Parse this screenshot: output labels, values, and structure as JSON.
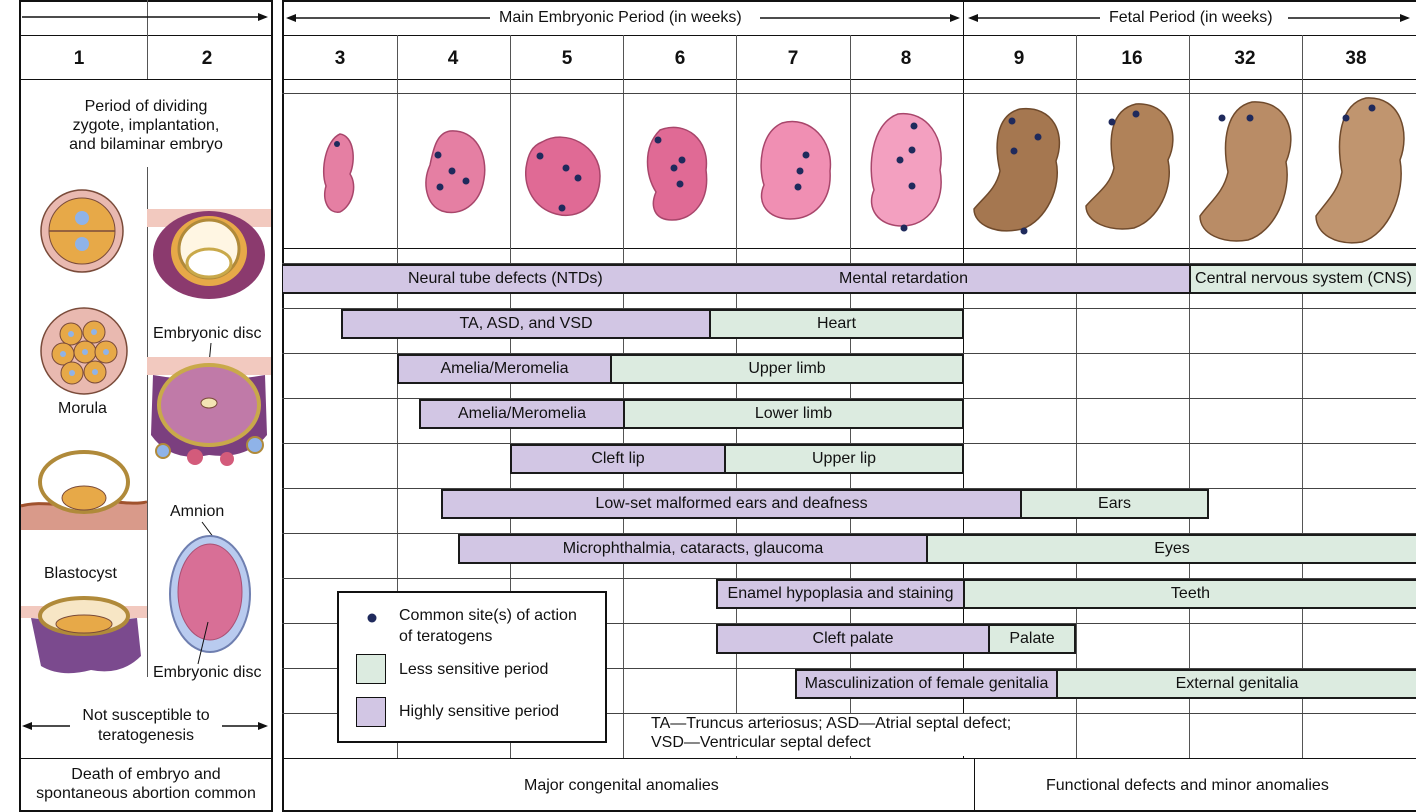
{
  "header": {
    "main_period": "Main Embryonic Period (in weeks)",
    "fetal_period": "Fetal Period (in weeks)"
  },
  "weeks": [
    "1",
    "2",
    "3",
    "4",
    "5",
    "6",
    "7",
    "8",
    "9",
    "16",
    "32",
    "38"
  ],
  "left_panel": {
    "period_text_1": "Period of dividing",
    "period_text_2": "zygote, implantation,",
    "period_text_3": "and bilaminar embryo",
    "embryonic_disc_top": "Embryonic disc",
    "morula": "Morula",
    "amnion": "Amnion",
    "blastocyst": "Blastocyst",
    "embryonic_disc_bottom": "Embryonic disc",
    "not_susceptible_1": "Not susceptible to",
    "not_susceptible_2": "teratogenesis",
    "death_1": "Death of embryo and",
    "death_2": "spontaneous abortion common"
  },
  "bars": {
    "cns_high": "Neural tube defects (NTDs)",
    "cns_high_2": "Mental retardation",
    "cns_low": "Central nervous system (CNS)",
    "heart_high": "TA, ASD, and VSD",
    "heart_low": "Heart",
    "upper_limb_high": "Amelia/Meromelia",
    "upper_limb_low": "Upper limb",
    "lower_limb_high": "Amelia/Meromelia",
    "lower_limb_low": "Lower limb",
    "lip_high": "Cleft lip",
    "lip_low": "Upper lip",
    "ears_high": "Low-set malformed ears and deafness",
    "ears_low": "Ears",
    "eyes_high": "Microphthalmia, cataracts, glaucoma",
    "eyes_low": "Eyes",
    "teeth_high": "Enamel hypoplasia and staining",
    "teeth_low": "Teeth",
    "palate_high": "Cleft palate",
    "palate_low": "Palate",
    "genitalia_high": "Masculinization of female genitalia",
    "genitalia_low": "External genitalia"
  },
  "legend": {
    "dot": "Common site(s) of action",
    "dot_2": "of teratogens",
    "less": "Less sensitive period",
    "high": "Highly sensitive period"
  },
  "abbreviations": {
    "line1": "TA—Truncus arteriosus; ASD—Atrial septal defect;",
    "line2": "VSD—Ventricular septal defect"
  },
  "footer": {
    "major": "Major congenital anomalies",
    "functional": "Functional defects and minor anomalies"
  },
  "colors": {
    "highly_sensitive": "#d2c6e4",
    "less_sensitive": "#dcebe0",
    "dot": "#1f2a5c",
    "embryo": "#e57fa3",
    "fetus": "#a57750"
  }
}
